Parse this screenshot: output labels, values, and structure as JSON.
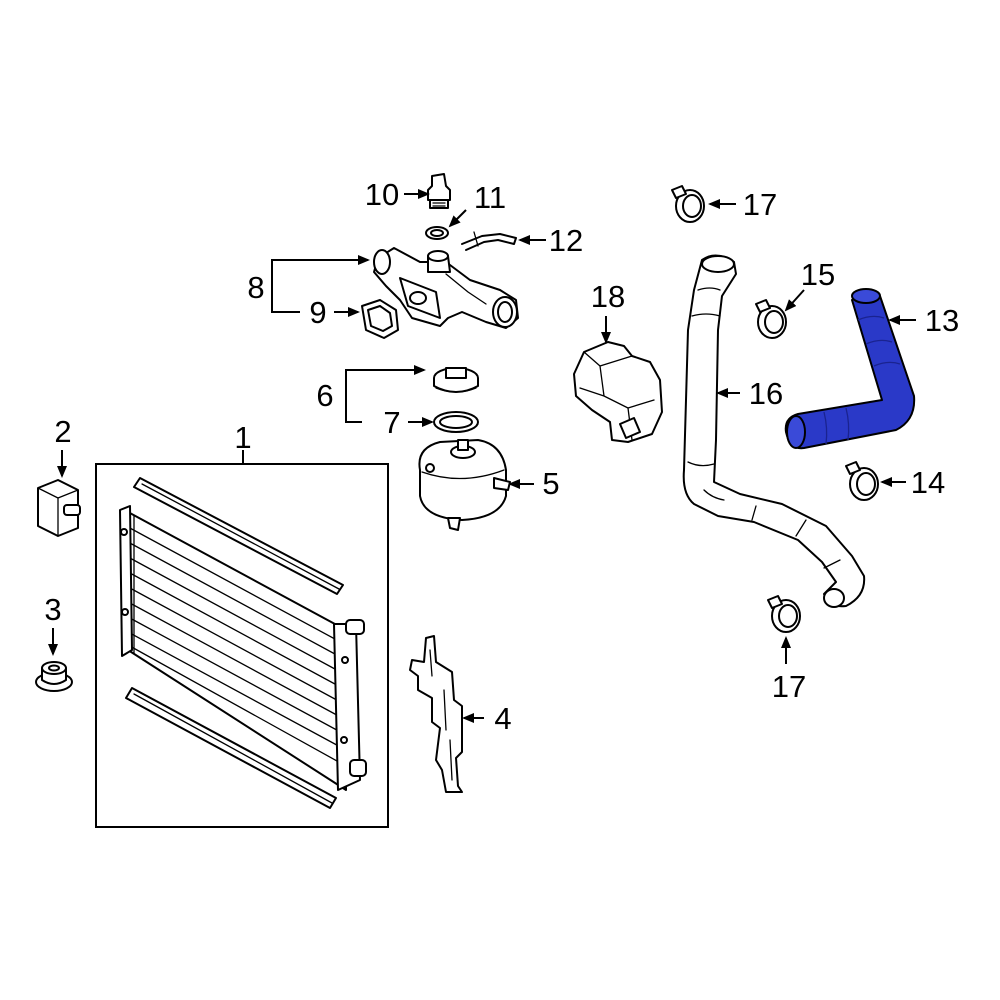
{
  "diagram": {
    "highlight_color": "#2a39c8",
    "line_color": "#000000",
    "parts": [
      {
        "id": "1",
        "label": "1"
      },
      {
        "id": "2",
        "label": "2"
      },
      {
        "id": "3",
        "label": "3"
      },
      {
        "id": "4",
        "label": "4"
      },
      {
        "id": "5",
        "label": "5"
      },
      {
        "id": "6",
        "label": "6"
      },
      {
        "id": "7",
        "label": "7"
      },
      {
        "id": "8",
        "label": "8"
      },
      {
        "id": "9",
        "label": "9"
      },
      {
        "id": "10",
        "label": "10"
      },
      {
        "id": "11",
        "label": "11"
      },
      {
        "id": "12",
        "label": "12"
      },
      {
        "id": "13",
        "label": "13",
        "highlighted": true
      },
      {
        "id": "14",
        "label": "14"
      },
      {
        "id": "15",
        "label": "15"
      },
      {
        "id": "16",
        "label": "16"
      },
      {
        "id": "17a",
        "label": "17"
      },
      {
        "id": "17b",
        "label": "17"
      },
      {
        "id": "18",
        "label": "18"
      }
    ]
  }
}
